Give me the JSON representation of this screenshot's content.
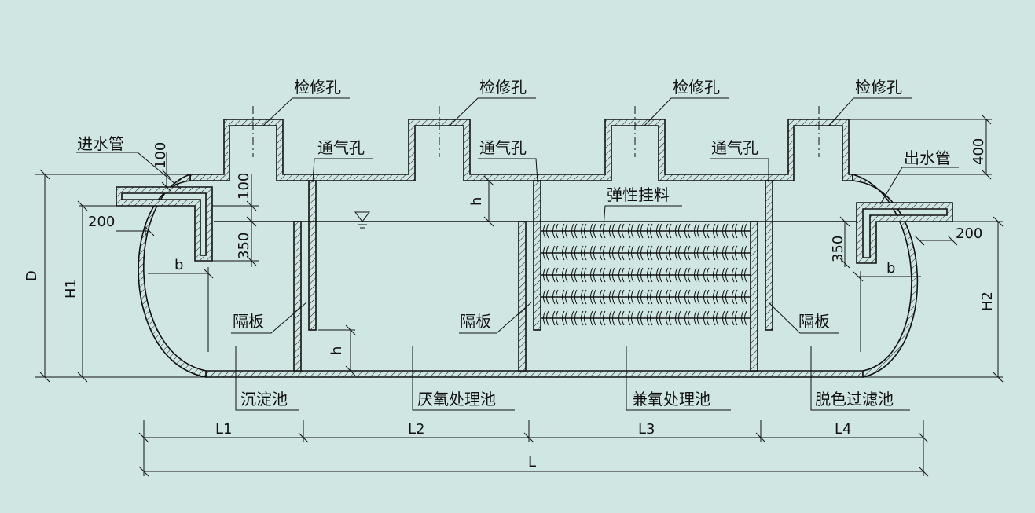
{
  "labels": {
    "manhole": "检修孔",
    "vent": "通气孔",
    "inlet": "进水管",
    "outlet": "出水管",
    "media": "弹性挂料",
    "baffle": "隔板",
    "tank1": "沉淀池",
    "tank2": "厌氧处理池",
    "tank3": "兼氧处理池",
    "tank4": "脱色过滤池"
  },
  "dimensions": {
    "d100a": "100",
    "d100b": "100",
    "d200a": "200",
    "d200b": "200",
    "d350a": "350",
    "d350b": "350",
    "d400": "400",
    "b1": "b",
    "b2": "b",
    "h1": "h",
    "h2": "h",
    "D": "D",
    "H1": "H1",
    "H2": "H2",
    "L1": "L1",
    "L2": "L2",
    "L3": "L3",
    "L4": "L4",
    "L": "L"
  },
  "colors": {
    "background": "#cfe6e3",
    "line": "#111111"
  }
}
